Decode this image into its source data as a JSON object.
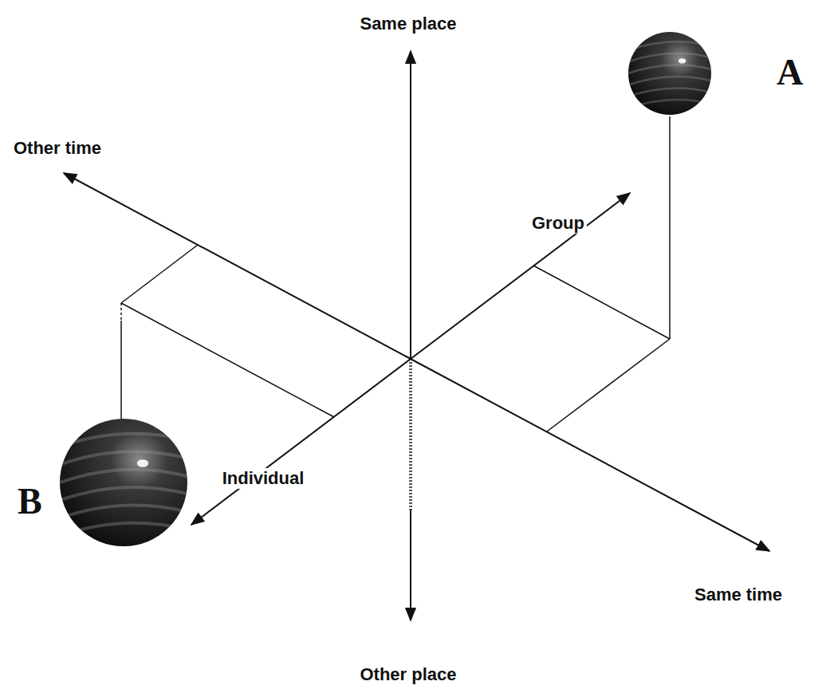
{
  "diagram": {
    "nodes": [
      {
        "text": [
          "A"
        ]
      },
      {
        "text": [
          "B"
        ]
      }
    ],
    "labels": [
      "Same place",
      "Other time",
      "Group",
      "Individual",
      "Same time",
      "Other place"
    ]
  }
}
